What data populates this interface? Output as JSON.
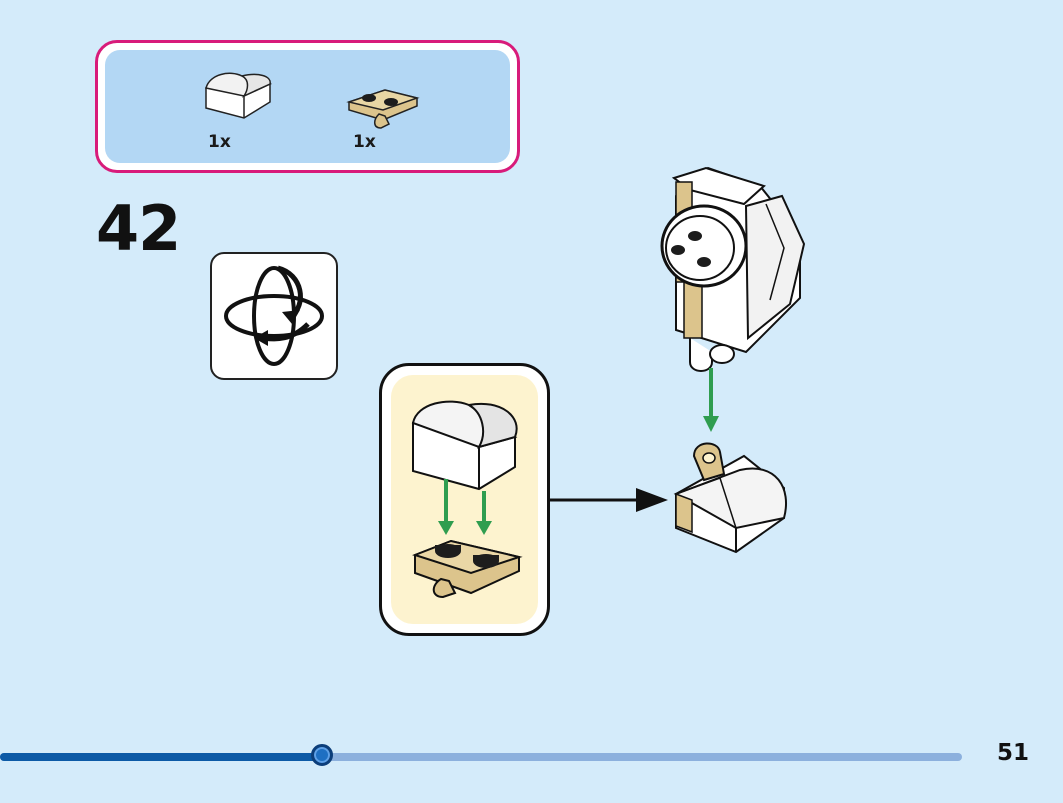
{
  "parts_list": {
    "items": [
      {
        "name": "white-curved-slope-brick-icon",
        "qty": "1x"
      },
      {
        "name": "tan-plate-with-clip-icon",
        "qty": "1x"
      }
    ],
    "border_color": "#d81b7a",
    "panel_color": "#b3d7f4"
  },
  "step": {
    "number": "42"
  },
  "rotate_indicator": {
    "icon": "rotate-model-icon"
  },
  "sub_assembly": {
    "background": "#fdf3cf"
  },
  "progress": {
    "fraction": 0.335
  },
  "page": {
    "number": "51"
  },
  "colors": {
    "page_background": "#d4ebfa",
    "arrow_green": "#2f9d4f",
    "tan": "#dcc48c",
    "progress_fill": "#0c5aa6",
    "progress_track": "#8cb0dd"
  }
}
